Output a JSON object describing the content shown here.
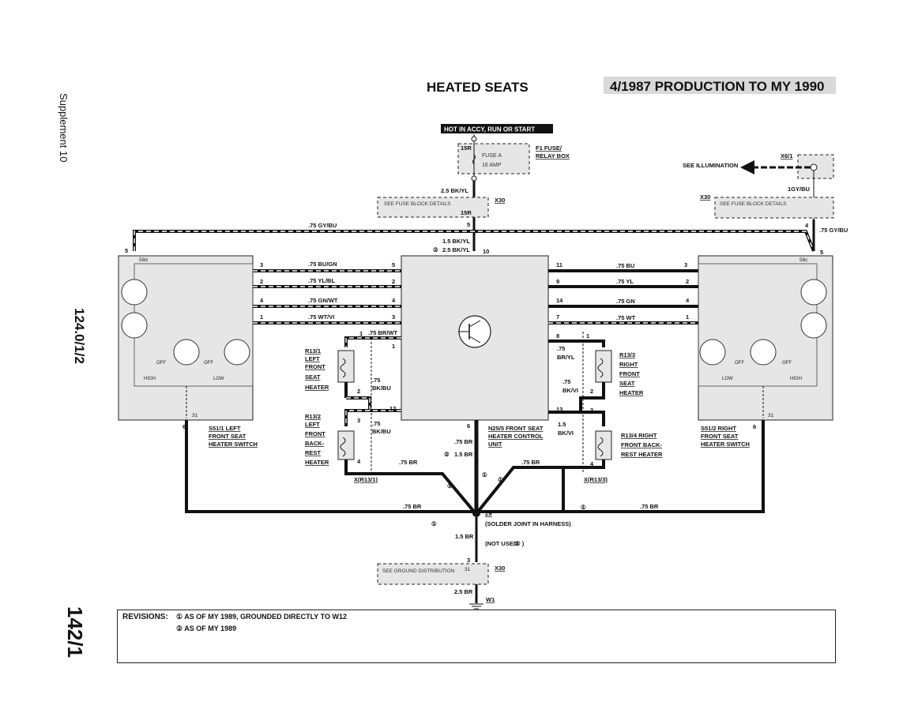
{
  "title": "HEATED SEATS",
  "production_range": "4/1987 PRODUCTION TO MY 1990",
  "side_labels": {
    "supplement": "Supplement 10",
    "diagram_code": "124.0/1/2",
    "page_number": "142/1"
  },
  "power_source": "HOT IN ACCY, RUN OR START",
  "fuse": {
    "pin": "15R",
    "name": "FUSE A",
    "rating": "16 AMP",
    "location_line1": "F1 FUSE/",
    "location_line2": "RELAY BOX"
  },
  "fuse_block_left": {
    "text": "SEE FUSE BLOCK DETAILS",
    "connector": "X30",
    "pin": "15R"
  },
  "fuse_block_right": {
    "text": "SEE FUSE BLOCK DETAILS",
    "connector": "X30"
  },
  "illumination": {
    "text": "SEE ILLUMINATION",
    "connector": "X6/1",
    "wire": "1GY/BU"
  },
  "control_unit": {
    "line1": "N25/5 FRONT SEAT",
    "line2": "HEATER CONTROL",
    "line3": "UNIT"
  },
  "left_switch": {
    "line1": "S51/1 LEFT",
    "line2": "FRONT SEAT",
    "line3": "HEATER SWITCH",
    "terminal_top": "58d",
    "terminal_bottom": "31",
    "off1": "OFF",
    "high": "HIGH",
    "off2": "OFF",
    "low": "LOW"
  },
  "right_switch": {
    "line1": "S51/2 RIGHT",
    "line2": "FRONT SEAT",
    "line3": "HEATER SWITCH",
    "terminal_top": "58c",
    "terminal_bottom": "31",
    "off1": "OFF",
    "low": "LOW",
    "off2": "OFF",
    "high": "HIGH"
  },
  "heaters": {
    "r13_1": [
      "R13/1",
      "LEFT",
      "FRONT",
      "SEAT",
      "HEATER"
    ],
    "r13_2": [
      "R13/2",
      "LEFT",
      "FRONT",
      "BACK-",
      "REST",
      "HEATER"
    ],
    "r13_3": [
      "R13/3",
      "RIGHT",
      "FRONT",
      "SEAT",
      "HEATER"
    ],
    "r13_4": [
      "R13/4 RIGHT",
      "FRONT BACK-",
      "REST HEATER"
    ]
  },
  "connectors": {
    "left": "X(R13/1)",
    "right": "X(R13/3)"
  },
  "wires": {
    "w_gy_bu": ".75 GY/BU",
    "w_bk_yl_25": "2.5 BK/YL",
    "w_bk_yl_15": "1.5 BK/YL",
    "w_bk_yl_25_rev": "2.5 BK/YL",
    "w_bu_gn": ".75 BU/GN",
    "w_yl_bl": ".75 YL/BL",
    "w_gn_wt": ".75 GN/WT",
    "w_wt_vi": ".75 WT/VI",
    "w_br_wt": ".75 BR/WT",
    "w_bk_bu_1": ".75",
    "w_bk_bu_1b": "BK/BU",
    "w_bk_bu_2": ".75",
    "w_bk_bu_2b": "BK/BU",
    "w_bu": ".75 BU",
    "w_yl": ".75 YL",
    "w_gn": ".75 GN",
    "w_wt": ".75 WT",
    "w_br_yl_a": ".75",
    "w_br_yl_b": "BR/YL",
    "w_bk_vi_a": ".75",
    "w_bk_vi_b": "BK/VI",
    "w_bk_vi_15a": "1.5",
    "w_bk_vi_15b": "BK/VI",
    "w_br_c1": ".75 BR",
    "w_br_c2": "1.5 BR",
    "w_br_left": ".75 BR",
    "w_br_right": ".75 BR",
    "w_br_left_low": ".75 BR",
    "w_br_right_low": ".75 BR",
    "w_br_15": "1.5 BR",
    "w_br_25": "2.5 BR"
  },
  "ground": {
    "splice": "Z6",
    "splice_desc": "(SOLDER JOINT IN HARNESS)",
    "not_used": "(NOT USED",
    "text": "SEE GROUND DISTRIBUTION",
    "connector": "X30",
    "ground_point": "W1"
  },
  "revisions": {
    "label": "REVISIONS:",
    "r1": "AS OF MY 1989, GROUNDED DIRECTLY TO W12",
    "r2": "AS OF MY 1989"
  }
}
